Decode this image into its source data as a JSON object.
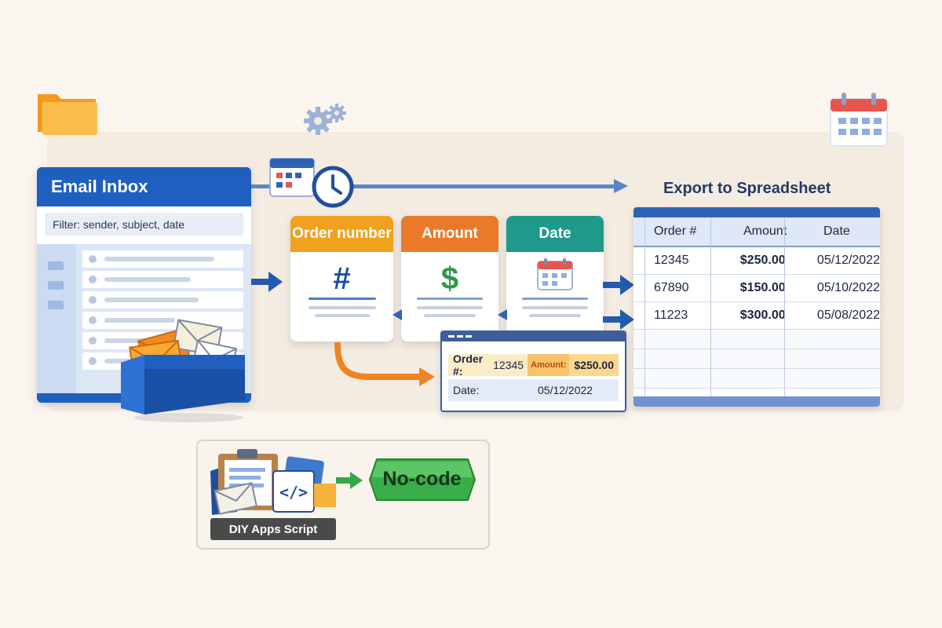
{
  "inbox": {
    "title": "Email Inbox",
    "filter": "Filter: sender, subject, date"
  },
  "fields": [
    {
      "label": "Order number",
      "symbol": "#",
      "color": "#f0a11e"
    },
    {
      "label": "Amount",
      "symbol": "$",
      "color": "#ea7a2a"
    },
    {
      "label": "Date",
      "symbol": "",
      "color": "#1e9a8a"
    }
  ],
  "preview": {
    "order_label": "Order #:",
    "order_value": "12345",
    "amount_label": "Amount:",
    "amount_value": "$250.00",
    "date_label": "Date:",
    "date_value": "05/12/2022"
  },
  "export": {
    "title": "Export to Spreadsheet",
    "columns": [
      "Order #",
      "Amount",
      "Date"
    ],
    "rows": [
      [
        "12345",
        "$250.00",
        "05/12/2022"
      ],
      [
        "67890",
        "$150.00",
        "05/10/2022"
      ],
      [
        "11223",
        "$300.00",
        "05/08/2022"
      ]
    ]
  },
  "tools": {
    "diy_label": "DIY Apps Script",
    "nocode_label": "No-code"
  },
  "icons": [
    "folder-icon",
    "gears-icon",
    "calendar-icon",
    "clock-icon",
    "envelope-box-icon",
    "clipboard-icon",
    "code-icon",
    "arrow-right-icon"
  ],
  "colors": {
    "primary_blue": "#1f5fbf",
    "order_orange": "#f0a11e",
    "amount_orange": "#ea7a2a",
    "date_teal": "#1e9a8a",
    "nocode_green": "#34a746",
    "dollar_green": "#2e9a4a"
  }
}
